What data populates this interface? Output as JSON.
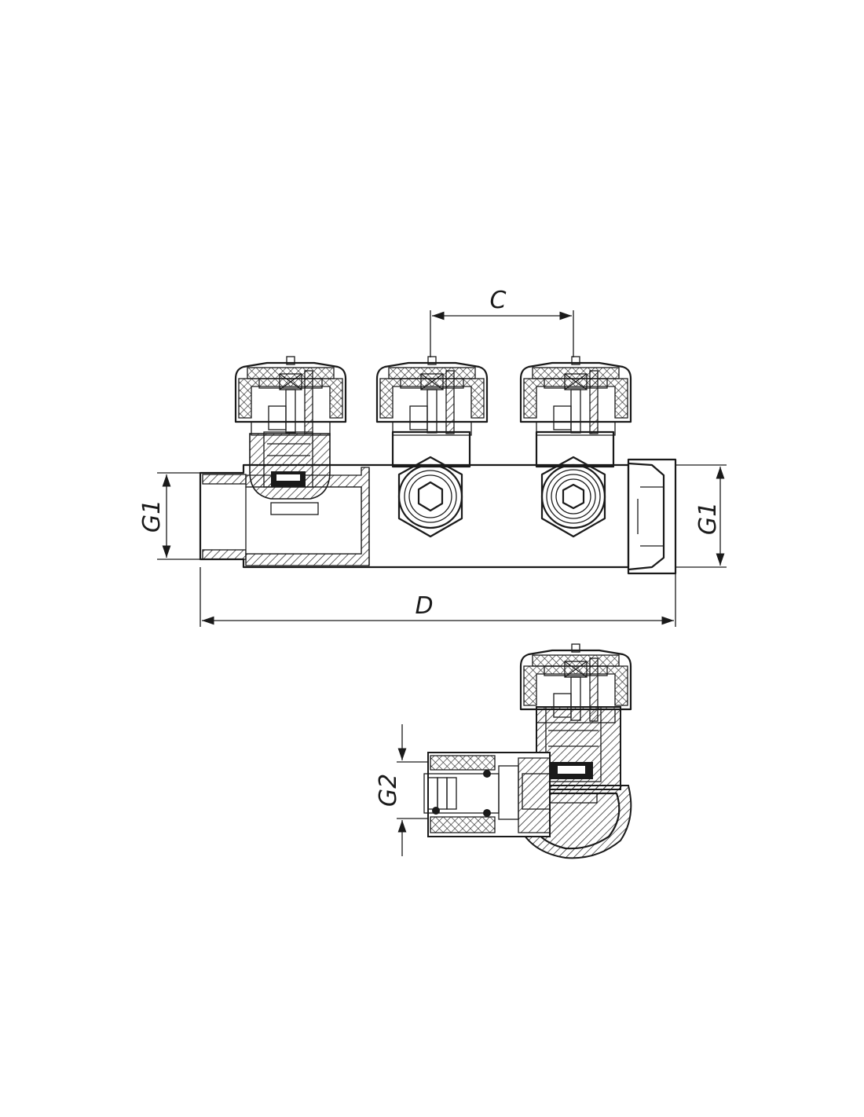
{
  "dimensions": {
    "center_spacing": "C",
    "total_length": "D",
    "inlet_thread_left": "G1",
    "inlet_thread_right": "G1",
    "outlet_thread": "G2"
  },
  "colors": {
    "line": "#1a1a1a",
    "background": "#ffffff"
  }
}
